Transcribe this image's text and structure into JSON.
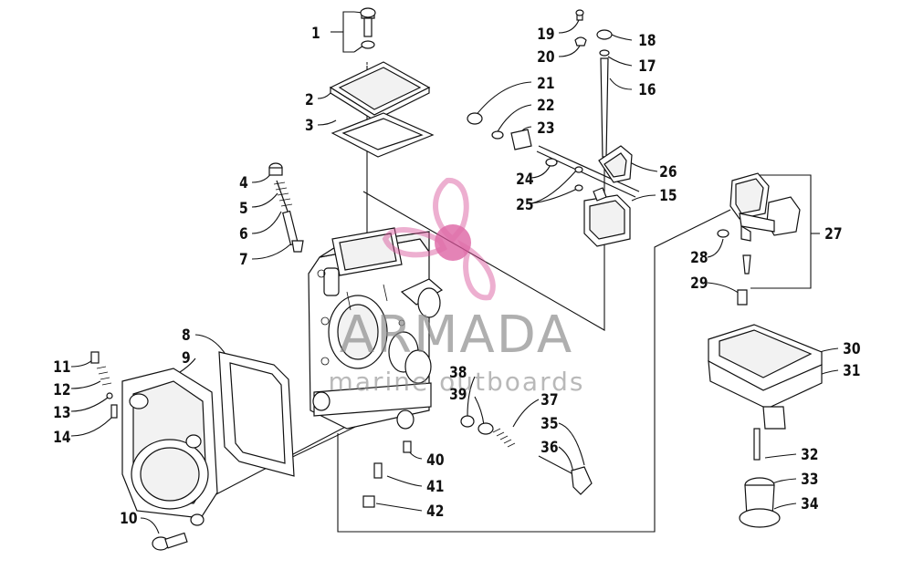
{
  "labels": {
    "l1": "1",
    "l2": "2",
    "l3": "3",
    "l4": "4",
    "l5": "5",
    "l6": "6",
    "l7": "7",
    "l8": "8",
    "l9": "9",
    "l10": "10",
    "l11": "11",
    "l12": "12",
    "l13": "13",
    "l14": "14",
    "l15": "15",
    "l16": "16",
    "l17": "17",
    "l18": "18",
    "l19": "19",
    "l20": "20",
    "l21": "21",
    "l22": "22",
    "l23": "23",
    "l24": "24",
    "l25": "25",
    "l26": "26",
    "l27": "27",
    "l28": "28",
    "l29": "29",
    "l30": "30",
    "l31": "31",
    "l32": "32",
    "l33": "33",
    "l34": "34",
    "l35": "35",
    "l36": "36",
    "l37": "37",
    "l38": "38",
    "l39": "39",
    "l40": "40",
    "l41": "41",
    "l42": "42"
  },
  "watermark": {
    "brand": "ARMADA",
    "tagline": "marine outboards",
    "accent_color": "#d9539a",
    "text_color": "#8a8a8a"
  }
}
